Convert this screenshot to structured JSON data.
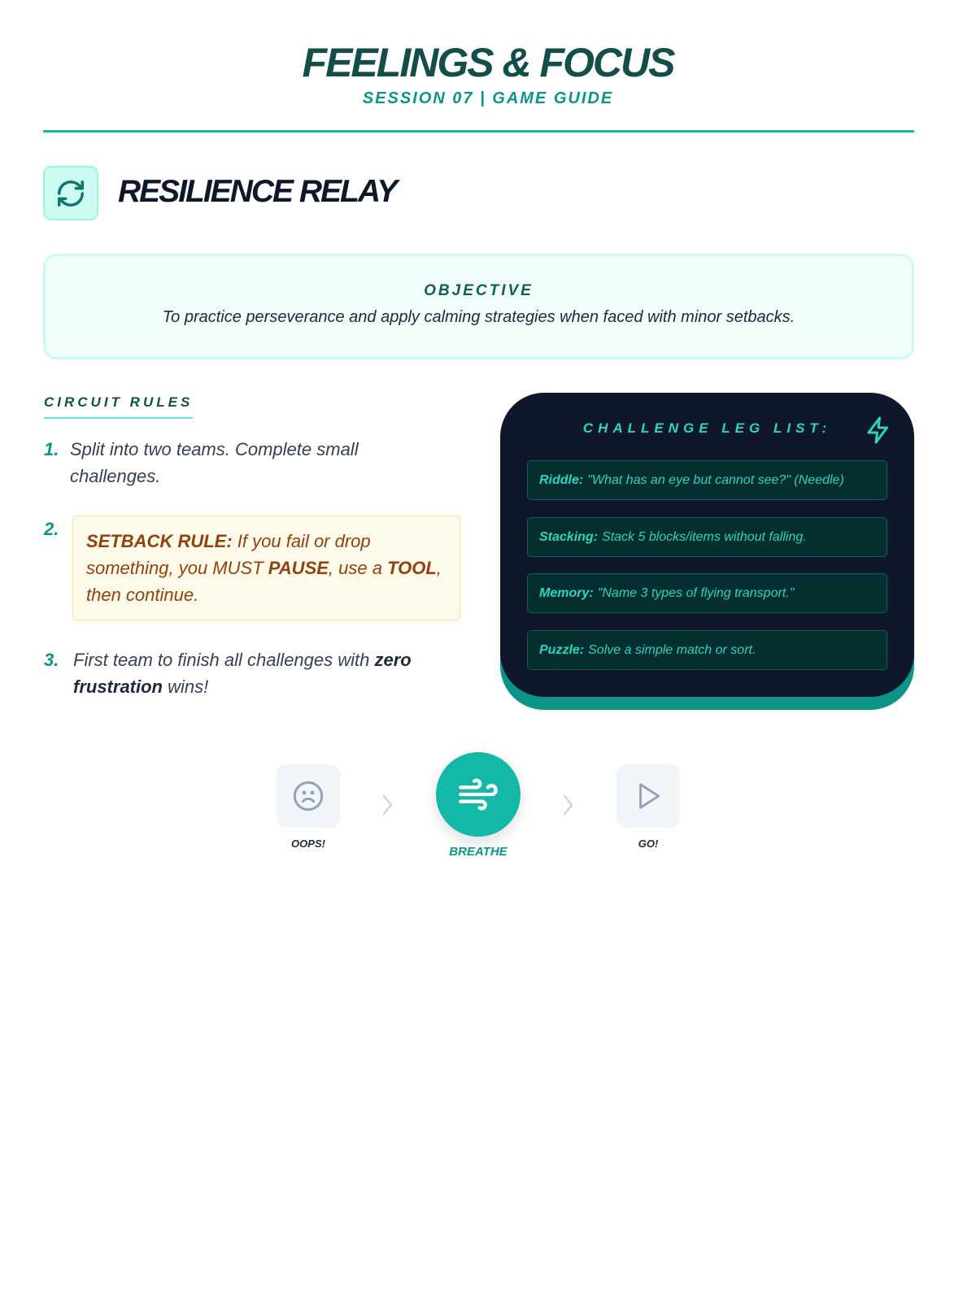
{
  "header": {
    "title": "FEELINGS & FOCUS",
    "subtitle": "SESSION 07 | GAME GUIDE"
  },
  "section": {
    "icon": "refresh-icon",
    "title": "RESILIENCE RELAY"
  },
  "objective": {
    "label": "OBJECTIVE",
    "text": "To practice perseverance and apply calming strategies when faced with minor setbacks."
  },
  "rules": {
    "heading": "CIRCUIT RULES",
    "items": [
      {
        "num": "1.",
        "text": "Split into two teams. Complete small challenges."
      },
      {
        "num": "2.",
        "label": "SETBACK RULE:",
        "t1": " If you fail or drop something, you MUST ",
        "pause": "PAUSE",
        "t2": ", use a ",
        "tool": "TOOL",
        "t3": ", then continue."
      },
      {
        "num": "3.",
        "t1": "First team to finish all challenges with ",
        "bold": "zero frustration",
        "t2": " wins!"
      }
    ]
  },
  "challenges": {
    "heading": "CHALLENGE LEG LIST:",
    "icon": "lightning-icon",
    "items": [
      {
        "label": "Riddle:",
        "text": "\"What has an eye but cannot see?\" (Needle)"
      },
      {
        "label": "Stacking:",
        "text": "Stack 5 blocks/items without falling."
      },
      {
        "label": "Memory:",
        "text": "\"Name 3 types of flying transport.\""
      },
      {
        "label": "Puzzle:",
        "text": "Solve a simple match or sort."
      }
    ]
  },
  "flow": {
    "steps": [
      {
        "label": "OOPS!",
        "icon": "sad-face-icon"
      },
      {
        "label": "BREATHE",
        "icon": "wind-icon"
      },
      {
        "label": "GO!",
        "icon": "play-icon"
      }
    ]
  },
  "colors": {
    "accent": "#14b8a6",
    "dark": "#0f172a",
    "title": "#134e4a"
  }
}
